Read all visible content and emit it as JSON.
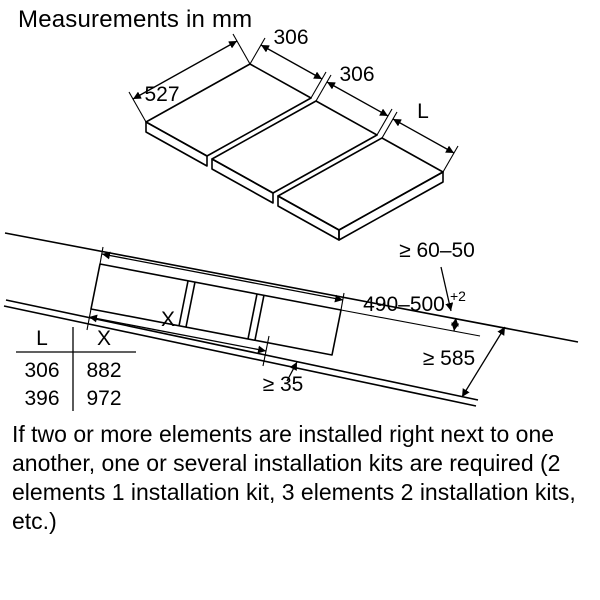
{
  "title": "Measurements in mm",
  "hob": {
    "depth_label": "527",
    "width1_label": "306",
    "width2_label": "306",
    "width3_label": "L"
  },
  "install": {
    "rear_gap_label": "≥ 60–50",
    "cutout_width_label": "490–500",
    "cutout_width_tolerance": "+2",
    "min_worktop_label": "≥ 585",
    "x_label": "X",
    "front_gap_label": "≥ 35"
  },
  "table": {
    "col1_header": "L",
    "col2_header": "X",
    "rows": [
      {
        "l": "306",
        "x": "882"
      },
      {
        "l": "396",
        "x": "972"
      }
    ]
  },
  "note": "If two or more elements are installed right next to one another, one or several installation kits are required (2 elements 1 installation kit, 3 elements 2 installation kits, etc.)"
}
